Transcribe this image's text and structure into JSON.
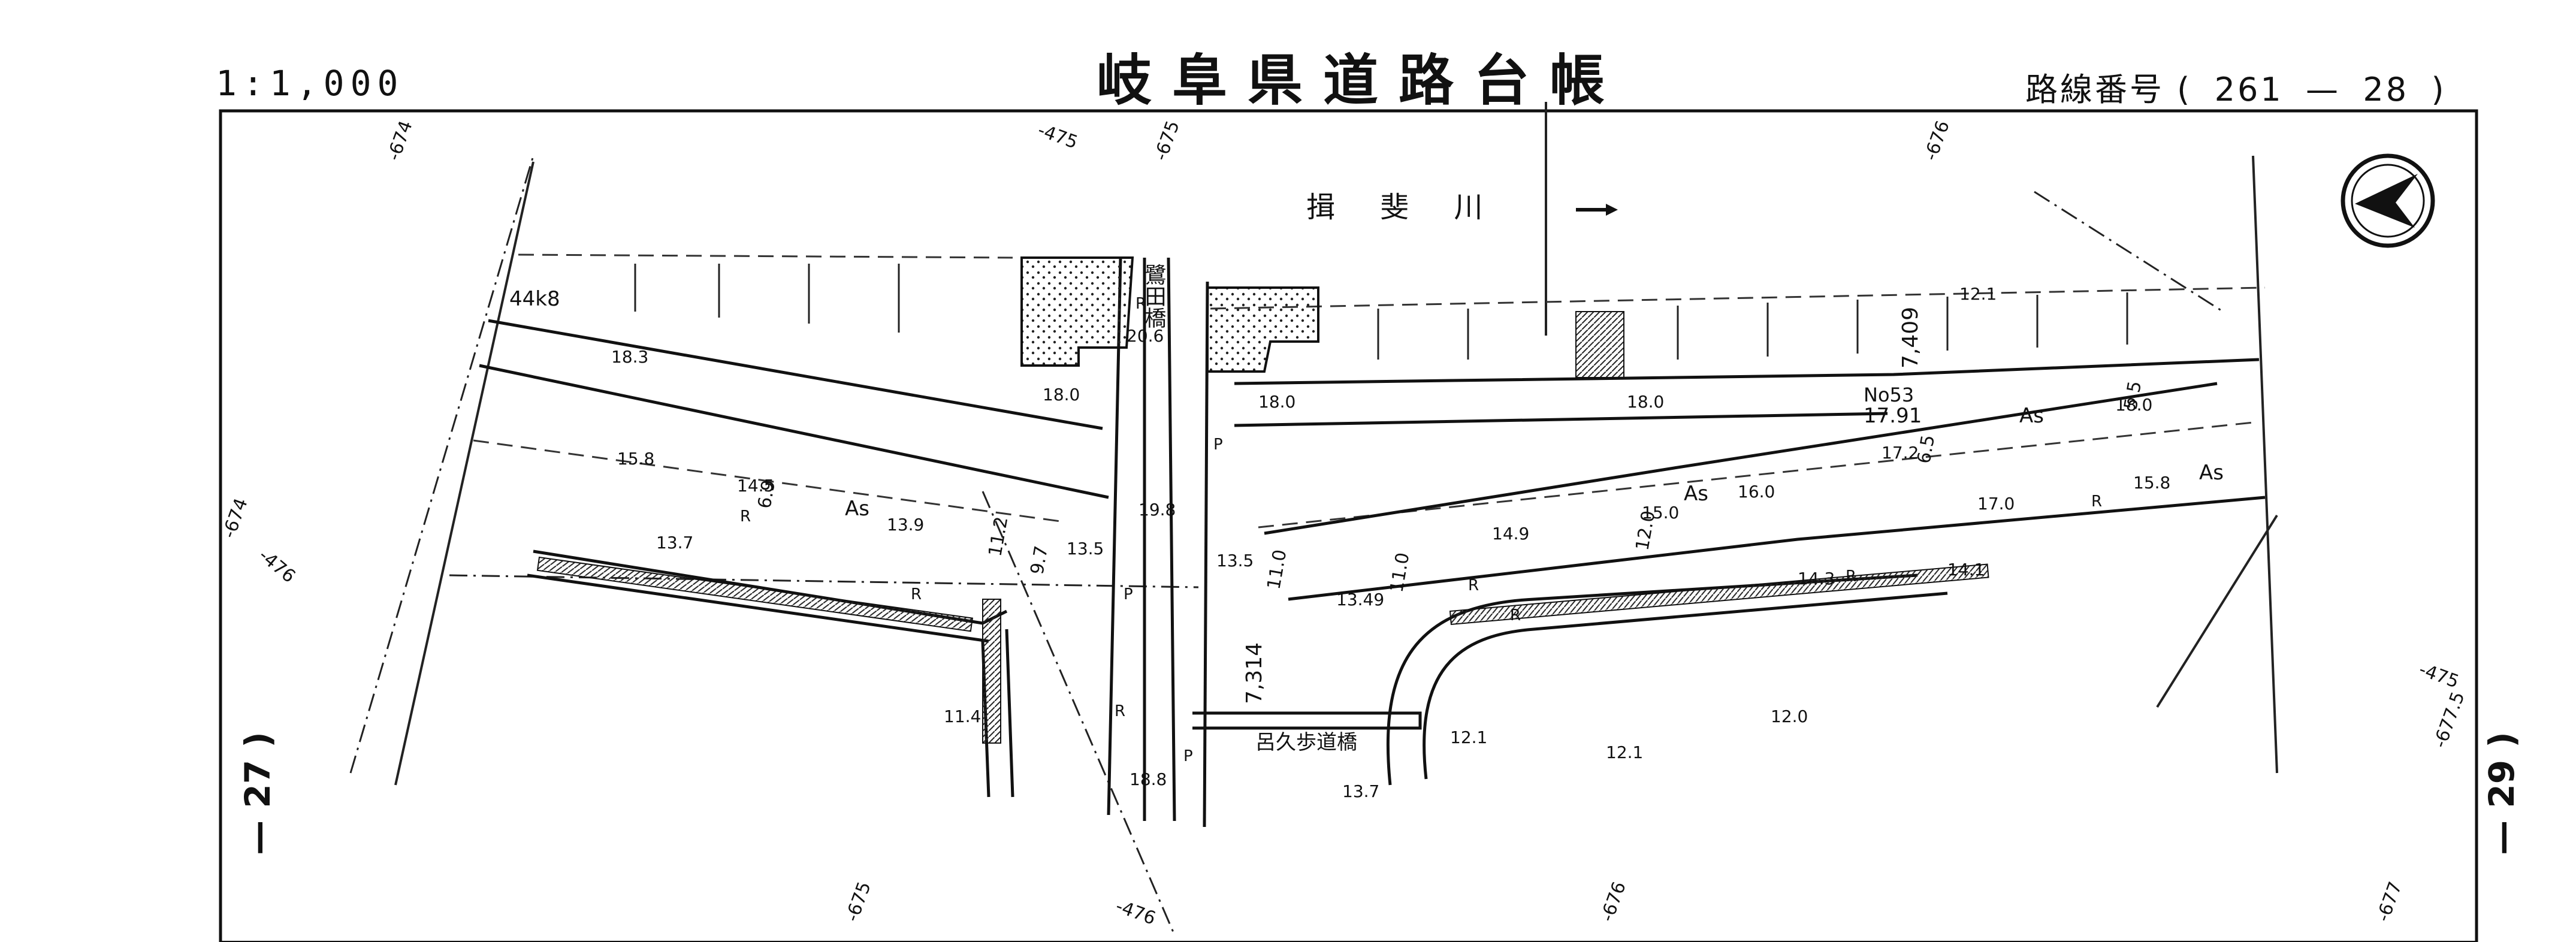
{
  "header": {
    "scale": "1:1,000",
    "title": "岐阜県道路台帳",
    "route_label": "路線番号",
    "route_open": "(",
    "route_major": "261",
    "route_dash": "—",
    "route_minor": "28",
    "route_close": ")"
  },
  "side_refs": {
    "left": "— 27 )",
    "right": "— 29 )"
  },
  "map": {
    "river_label": "揖  斐  川",
    "bridge_top": "鷺田橋",
    "bridge_bottom": "呂久歩道橋",
    "km_post": "44k8",
    "station": "No53",
    "station_elev": "17.91",
    "dist_top": "7,409",
    "dist_mid": "7,314",
    "grid_labels": [
      "-674",
      "-475",
      "-675",
      "-676",
      "-674",
      "-476",
      "-675",
      "-476",
      "-676",
      "-677",
      "-475",
      "-677.5"
    ],
    "spot_heights": [
      "18.3",
      "18.0",
      "20.6",
      "18.0",
      "18.0",
      "12.1",
      "15.8",
      "14.5",
      "13.9",
      "13.7",
      "19.8",
      "13.5",
      "13.5",
      "13.49",
      "16.0",
      "15.0",
      "14.9",
      "17.0",
      "15.8",
      "17.2",
      "18.0",
      "14.3",
      "14.1",
      "12.0",
      "12.1",
      "12.1",
      "11.4",
      "18.8",
      "13.7"
    ],
    "surface_labels": [
      "As",
      "As",
      "As",
      "As"
    ],
    "widths": [
      "6.9",
      "11.2",
      "9.7",
      "11.0",
      "11.0",
      "12.0",
      "6.5",
      "5.5"
    ],
    "misc": [
      "R",
      "R",
      "R",
      "R",
      "R",
      "R",
      "R",
      "R",
      "P",
      "P",
      "P"
    ]
  }
}
